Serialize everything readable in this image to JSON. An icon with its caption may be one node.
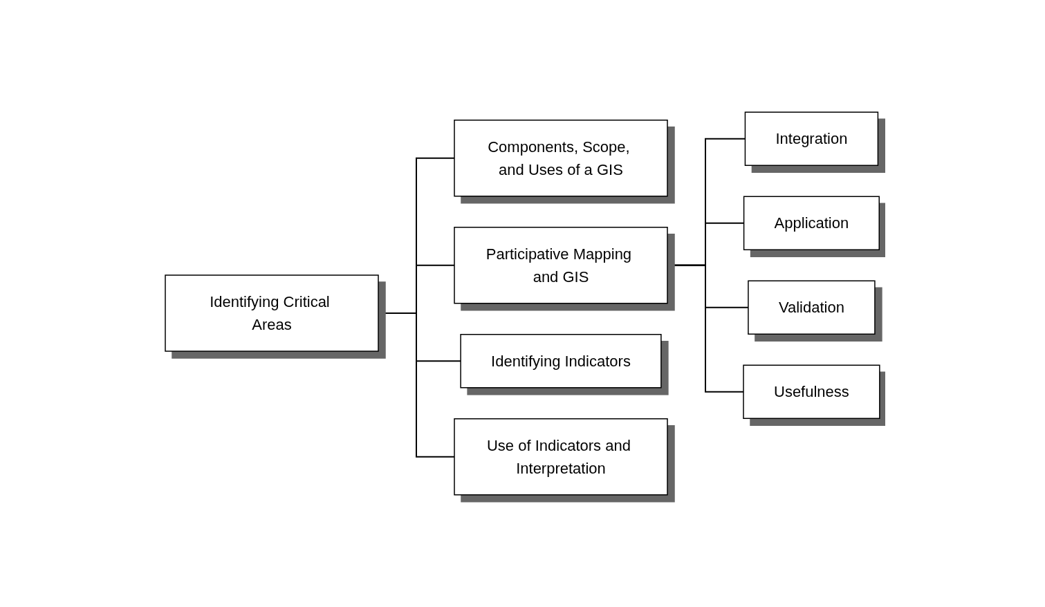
{
  "diagram": {
    "nodes": [
      {
        "text": [
          "Identifying Critical Areas"
        ]
      },
      {
        "text": [
          "Components, Scope, and Uses of a GIS"
        ]
      },
      {
        "text": [
          "Participative Mapping and GIS"
        ]
      },
      {
        "text": [
          "Identifying Indicators"
        ]
      },
      {
        "text": [
          "Use of Indicators and Interpretation"
        ]
      },
      {
        "text": [
          "Integration"
        ]
      },
      {
        "text": [
          "Application"
        ]
      },
      {
        "text": [
          "Validation"
        ]
      },
      {
        "text": [
          "Usefulness"
        ]
      }
    ],
    "edges": [
      {
        "from": 0,
        "to": 1,
        "arrow": "none"
      },
      {
        "from": 0,
        "to": 2,
        "arrow": "none"
      },
      {
        "from": 0,
        "to": 3,
        "arrow": "none"
      },
      {
        "from": 0,
        "to": 4,
        "arrow": "none"
      },
      {
        "from": 2,
        "to": 5,
        "arrow": "none"
      },
      {
        "from": 2,
        "to": 6,
        "arrow": "none"
      },
      {
        "from": 2,
        "to": 7,
        "arrow": "none"
      },
      {
        "from": 2,
        "to": 8,
        "arrow": "none"
      }
    ]
  }
}
